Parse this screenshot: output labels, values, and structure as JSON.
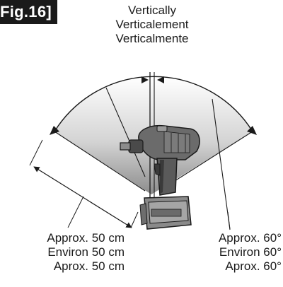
{
  "figure": {
    "label": "Fig.16]"
  },
  "vertical_label": [
    "Vertically",
    "Verticalement",
    "Verticalmente"
  ],
  "distance_label": [
    "Approx. 50 cm",
    "Environ 50 cm",
    "Aprox. 50 cm"
  ],
  "angle_label": [
    "Approx. 60°",
    "Environ 60°",
    "Aprox. 60°"
  ],
  "colors": {
    "ink": "#1a1a1a",
    "tool_body": "#6b6b6b",
    "tool_dark": "#3a3a3a",
    "battery": "#8a8a8a"
  }
}
